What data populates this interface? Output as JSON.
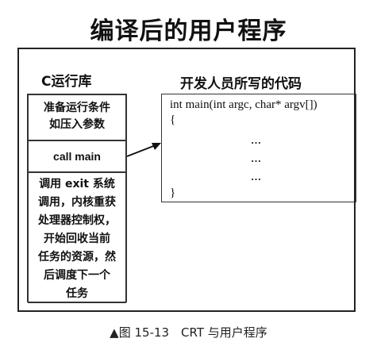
{
  "title": "编译后的用户程序",
  "crt": {
    "heading": "C运行库",
    "box1_lines": [
      "准备运行条件",
      "如压入参数"
    ],
    "box2": "call main",
    "box3_lines": [
      "调用 exit 系统",
      "调用，内核重获",
      "处理器控制权，",
      "开始回收当前",
      "任务的资源，然",
      "后调度下一个",
      "任务"
    ]
  },
  "developer": {
    "heading": "开发人员所写的代码",
    "code": {
      "signature": "int main(int argc, char* argv[])",
      "open_brace": "{",
      "ellipses": [
        "…",
        "…",
        "…"
      ],
      "close_brace": "}"
    }
  },
  "caption": "▲图 15-13　CRT 与用户程序"
}
